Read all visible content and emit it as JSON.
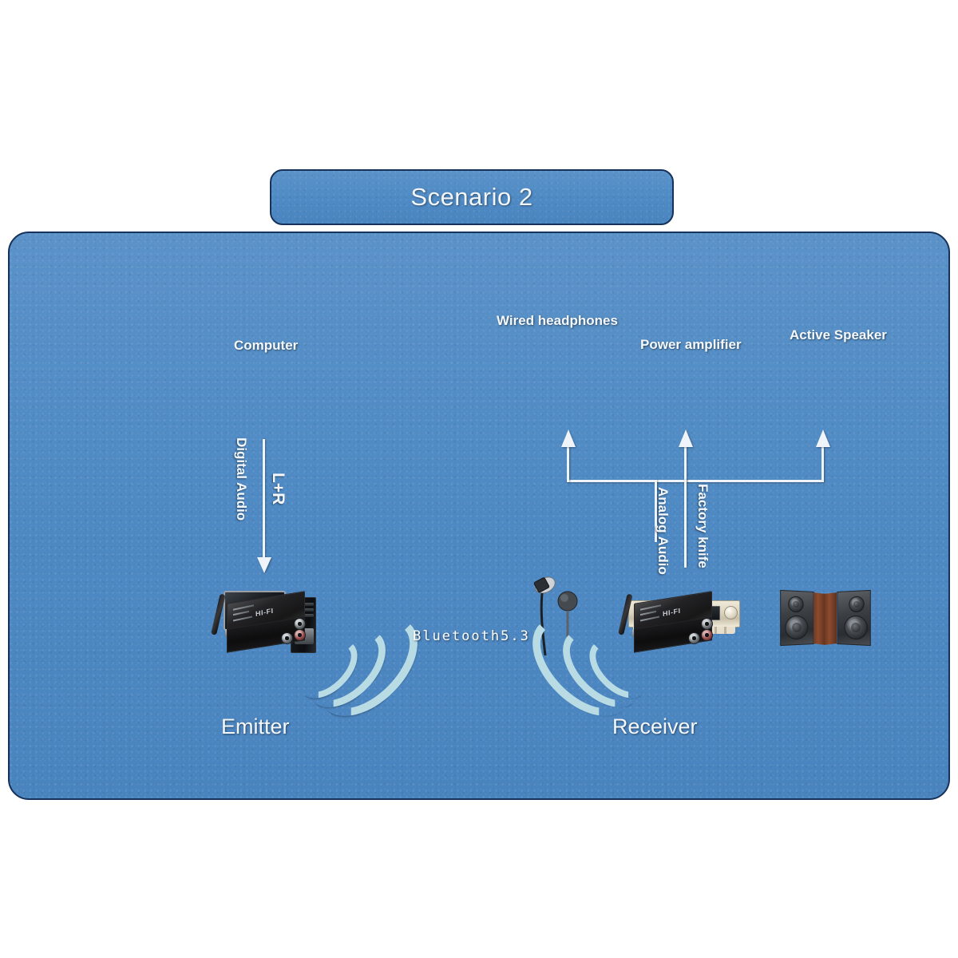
{
  "title_tab": {
    "label": "Scenario 2"
  },
  "diagram": {
    "source": {
      "device_label": "Computer",
      "signal_label": "Digital Audio",
      "channel_label": "L+R"
    },
    "wireless": {
      "protocol_label": "Bluetooth5.3",
      "emitter_label": "Emitter",
      "receiver_label": "Receiver",
      "device_brand_text": "HI-FI"
    },
    "outputs": [
      {
        "label": "Wired headphones"
      },
      {
        "label": "Power amplifier"
      },
      {
        "label": "Active Speaker"
      }
    ],
    "output_signals": [
      {
        "label": "Analog Audio"
      },
      {
        "label": "Factory knife"
      }
    ]
  },
  "colors": {
    "panel_blue": "#4e89c3",
    "panel_border": "#16315a",
    "text_white": "#f4f8fc",
    "wave_blue": "#b9dbe4",
    "line_white": "#eef4fa"
  }
}
